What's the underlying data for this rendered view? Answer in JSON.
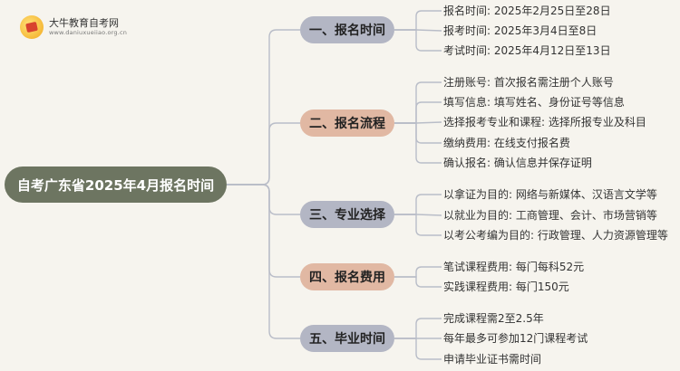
{
  "logo": {
    "name": "大牛教育自考网",
    "url": "www.daniuxueiiao.org.cn"
  },
  "root": {
    "label": "自考广东省2025年4月报名时间"
  },
  "branches": [
    {
      "label": "一、报名时间",
      "leaves": [
        "报名时间: 2025年2月25日至28日",
        "报考时间: 2025年3月4日至8日",
        "考试时间: 2025年4月12日至13日"
      ]
    },
    {
      "label": "二、报名流程",
      "leaves": [
        "注册账号: 首次报名需注册个人账号",
        "填写信息: 填写姓名、身份证号等信息",
        "选择报考专业和课程: 选择所报专业及科目",
        "缴纳费用: 在线支付报名费",
        "确认报名: 确认信息并保存证明"
      ]
    },
    {
      "label": "三、专业选择",
      "leaves": [
        "以拿证为目的: 网络与新媒体、汉语言文学等",
        "以就业为目的: 工商管理、会计、市场营销等",
        "以考公考编为目的: 行政管理、人力资源管理等"
      ]
    },
    {
      "label": "四、报名费用",
      "leaves": [
        "笔试课程费用: 每门每科52元",
        "实践课程费用: 每门150元"
      ]
    },
    {
      "label": "五、毕业时间",
      "leaves": [
        "完成课程需2至2.5年",
        "每年最多可参加12门课程考试",
        "申请毕业证书需时间"
      ]
    }
  ]
}
